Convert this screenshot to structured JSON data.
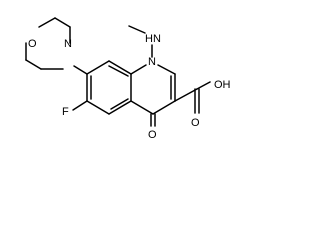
{
  "molecule": {
    "atom_labels": {
      "morpholine_oxygen": "O",
      "morpholine_nitrogen": "N",
      "ring_nitrogen": "N",
      "amine_nitrogen": "H",
      "amine_nitrogen_suffix": "N",
      "fluorine": "F",
      "ketone_oxygen": "O",
      "carbonyl_oxygen": "O",
      "hydroxyl": "OH"
    },
    "colors": {
      "bond": "#000000",
      "background": "#ffffff"
    }
  }
}
